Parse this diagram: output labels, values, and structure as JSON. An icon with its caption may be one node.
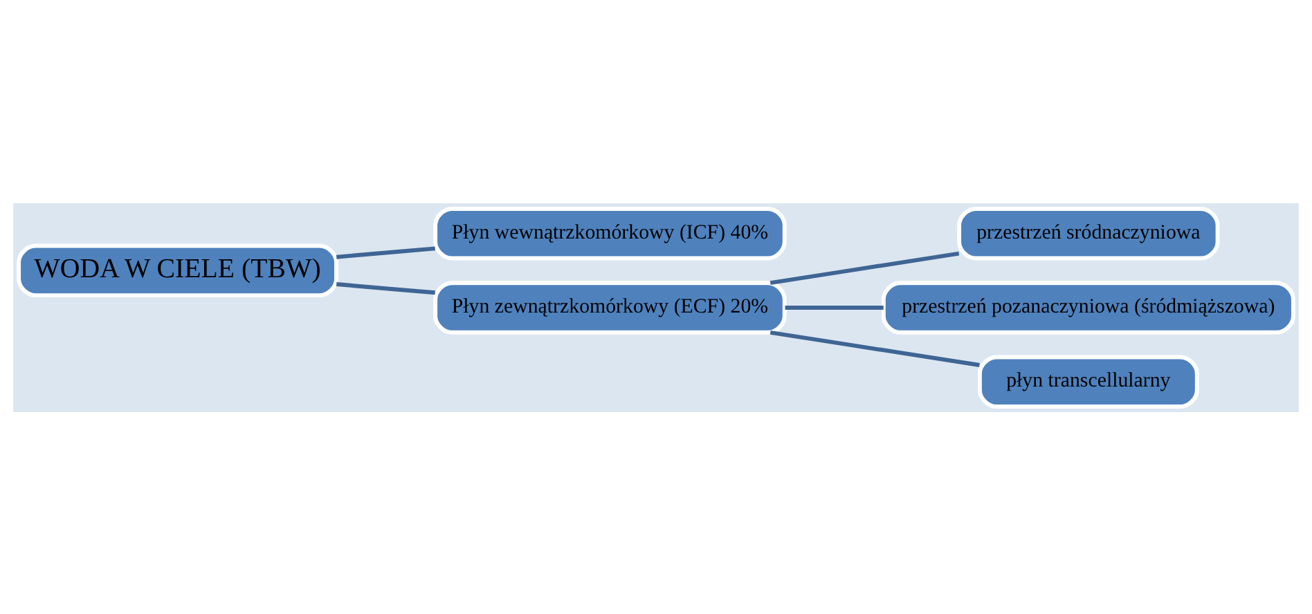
{
  "diagram": {
    "nodes": [
      {
        "text": [
          "WODA W CIELE (TBW)"
        ]
      },
      {
        "text": [
          "Płyn wewnątrzkomórkowy (ICF) 40%"
        ]
      },
      {
        "text": [
          "Płyn zewnątrzkomórkowy (ECF) 20%"
        ]
      },
      {
        "text": [
          "przestrzeń sródnaczyniowa"
        ]
      },
      {
        "text": [
          "przestrzeń pozanaczyniowa (śródmiąższowa)"
        ]
      },
      {
        "text": [
          "płyn transcellularny"
        ]
      }
    ],
    "edges": [
      {
        "from": 0,
        "to": 1,
        "arrow": "none"
      },
      {
        "from": 0,
        "to": 2,
        "arrow": "none"
      },
      {
        "from": 2,
        "to": 3,
        "arrow": "none"
      },
      {
        "from": 2,
        "to": 4,
        "arrow": "none"
      },
      {
        "from": 2,
        "to": 5,
        "arrow": "none"
      }
    ]
  }
}
